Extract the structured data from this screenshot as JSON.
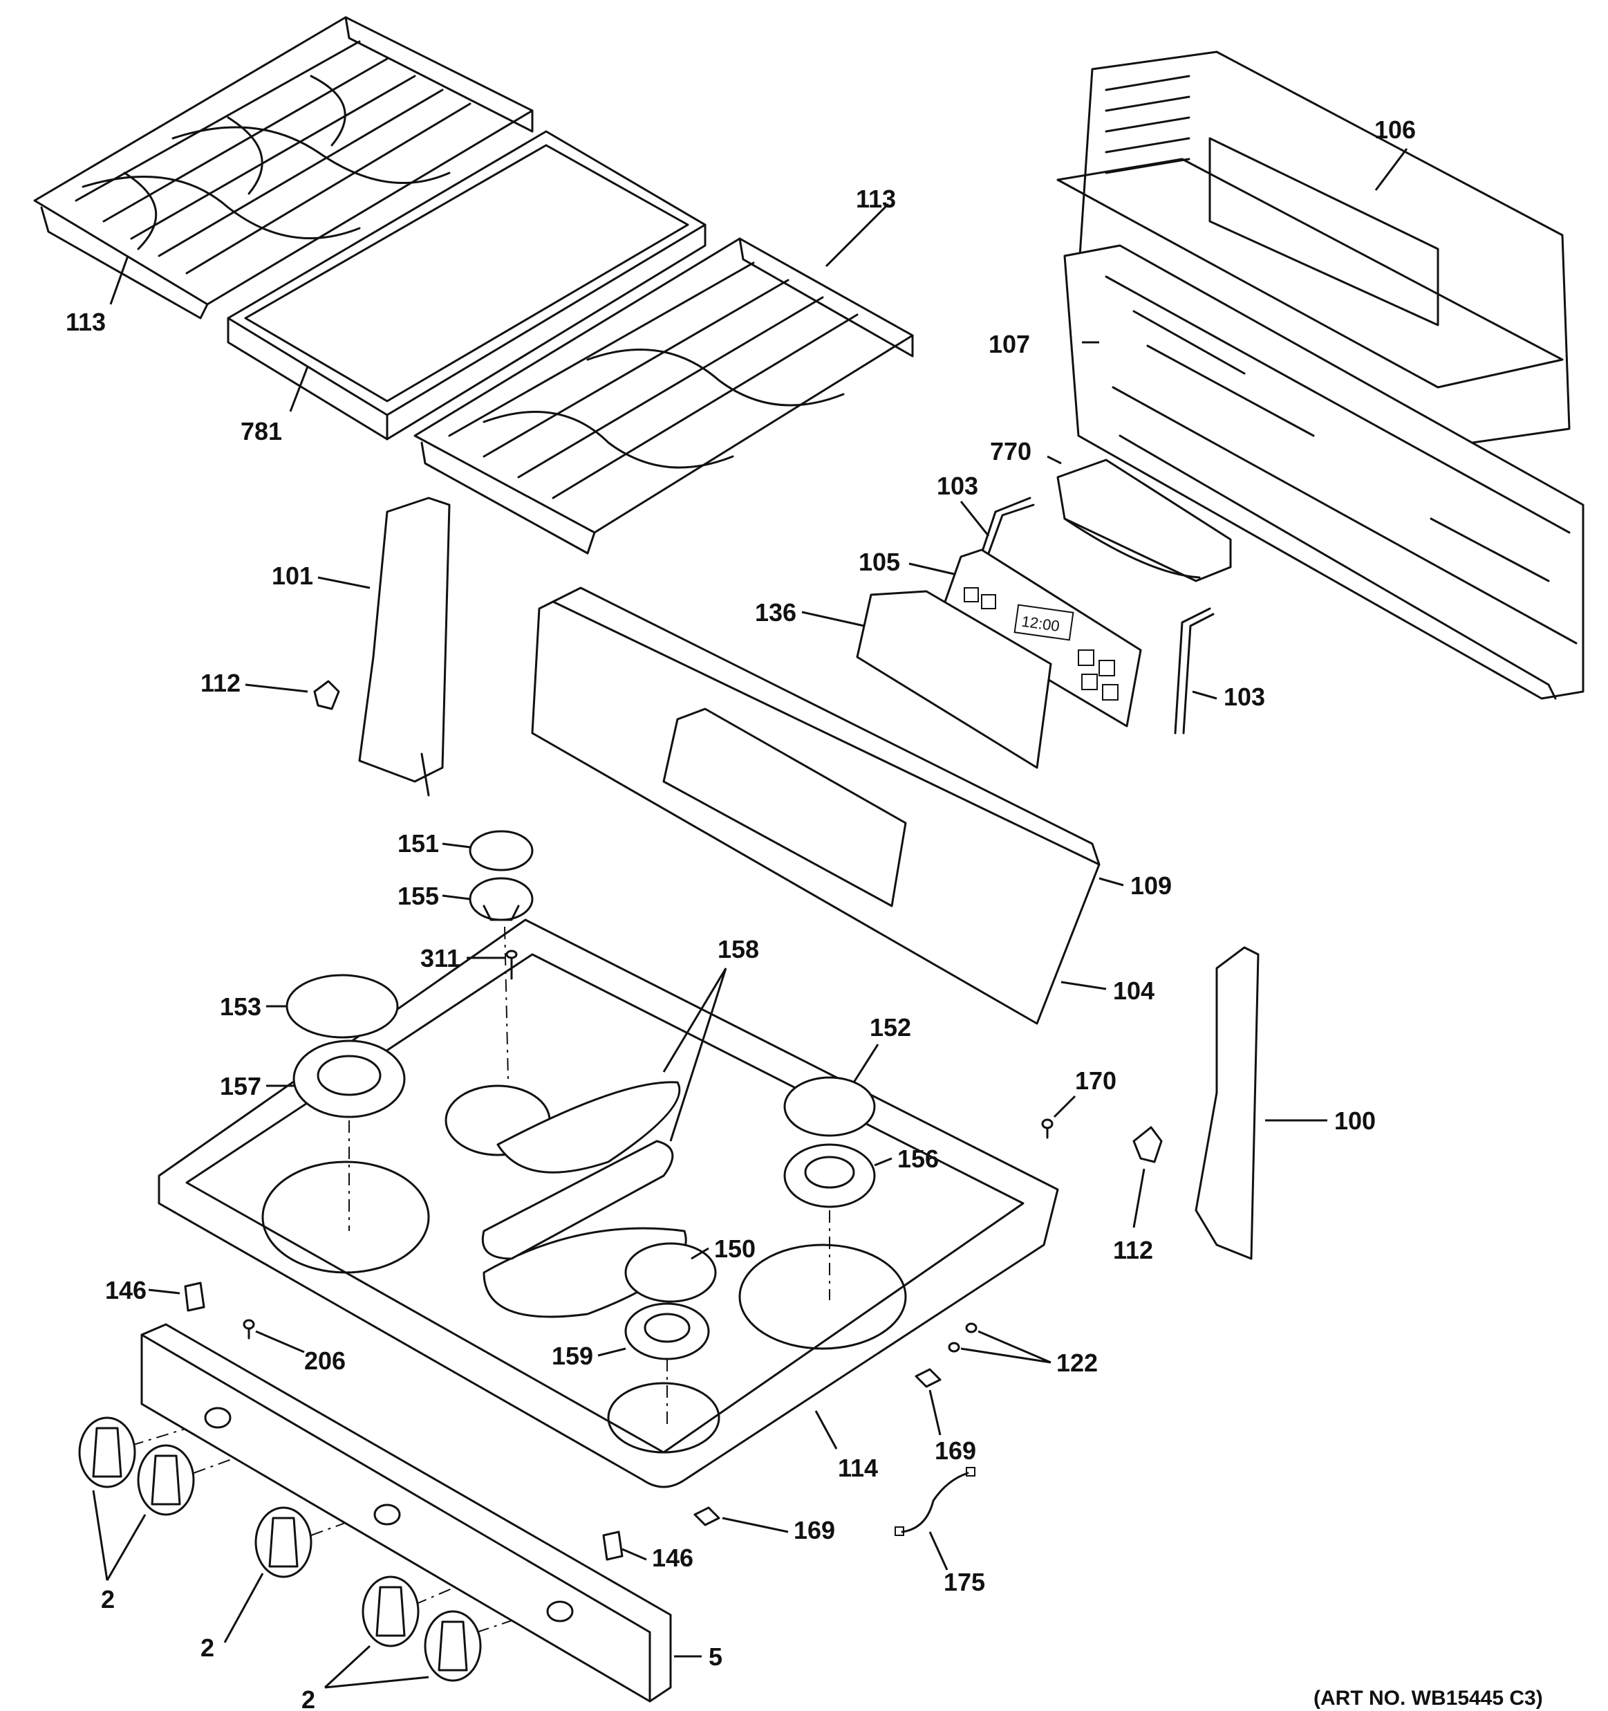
{
  "art_number": "(ART NO. WB15445 C3)",
  "display_text": "12:00",
  "callouts": {
    "p113a": "113",
    "p113b": "113",
    "p781": "781",
    "p106": "106",
    "p107": "107",
    "p770": "770",
    "p103a": "103",
    "p103b": "103",
    "p105": "105",
    "p136": "136",
    "p101": "101",
    "p112a": "112",
    "p112b": "112",
    "p109": "109",
    "p104": "104",
    "p151": "151",
    "p155": "155",
    "p311": "311",
    "p158": "158",
    "p153": "153",
    "p152": "152",
    "p157": "157",
    "p156": "156",
    "p170": "170",
    "p100": "100",
    "p150": "150",
    "p146a": "146",
    "p146b": "146",
    "p206": "206",
    "p159": "159",
    "p122": "122",
    "p169a": "169",
    "p169b": "169",
    "p114": "114",
    "p175": "175",
    "p2a": "2",
    "p2b": "2",
    "p2c": "2",
    "p5": "5"
  }
}
